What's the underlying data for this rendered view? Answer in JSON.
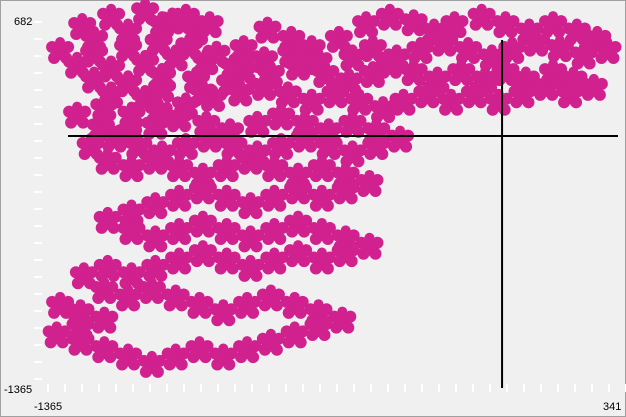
{
  "chart_data": {
    "type": "scatter",
    "title": "",
    "xlabel": "",
    "ylabel": "",
    "xlim": [
      -1365,
      341
    ],
    "ylim": [
      -1365,
      682
    ],
    "x_tick_labels": {
      "min": "-1365",
      "max": "341"
    },
    "y_tick_labels": {
      "min": "-1365",
      "max": "682"
    },
    "axes_origin": {
      "x": 0,
      "y": 0
    },
    "grid": false,
    "legend": "none",
    "series": [
      {
        "shape": "twindragon-fractal",
        "points": [
          [
            -1235,
            590
          ],
          [
            -1150,
            640
          ],
          [
            -1050,
            670
          ],
          [
            -970,
            620
          ],
          [
            -900,
            560
          ],
          [
            -1200,
            520
          ],
          [
            -1100,
            560
          ],
          [
            -1000,
            600
          ],
          [
            -930,
            640
          ],
          [
            -860,
            600
          ],
          [
            -1300,
            460
          ],
          [
            -1200,
            440
          ],
          [
            -1100,
            470
          ],
          [
            -1010,
            500
          ],
          [
            -920,
            480
          ],
          [
            -840,
            440
          ],
          [
            -760,
            470
          ],
          [
            -1250,
            380
          ],
          [
            -1150,
            360
          ],
          [
            -1050,
            390
          ],
          [
            -960,
            420
          ],
          [
            -870,
            400
          ],
          [
            -790,
            370
          ],
          [
            -1200,
            300
          ],
          [
            -1100,
            280
          ],
          [
            -1000,
            320
          ],
          [
            -900,
            300
          ],
          [
            -800,
            280
          ],
          [
            -1150,
            220
          ],
          [
            -1050,
            200
          ],
          [
            -1000,
            250
          ],
          [
            -880,
            230
          ],
          [
            -690,
            570
          ],
          [
            -620,
            520
          ],
          [
            -560,
            470
          ],
          [
            -480,
            520
          ],
          [
            -400,
            600
          ],
          [
            -330,
            640
          ],
          [
            -260,
            610
          ],
          [
            -200,
            560
          ],
          [
            -140,
            600
          ],
          [
            -60,
            640
          ],
          [
            10,
            600
          ],
          [
            80,
            560
          ],
          [
            150,
            600
          ],
          [
            220,
            560
          ],
          [
            280,
            520
          ],
          [
            310,
            460
          ],
          [
            240,
            430
          ],
          [
            170,
            470
          ],
          [
            100,
            500
          ],
          [
            30,
            460
          ],
          [
            -30,
            420
          ],
          [
            -100,
            460
          ],
          [
            -170,
            500
          ],
          [
            -240,
            460
          ],
          [
            -310,
            420
          ],
          [
            -380,
            470
          ],
          [
            -440,
            420
          ],
          [
            -540,
            400
          ],
          [
            -620,
            440
          ],
          [
            -700,
            410
          ],
          [
            -760,
            350
          ],
          [
            -680,
            330
          ],
          [
            -600,
            370
          ],
          [
            -520,
            330
          ],
          [
            -450,
            290
          ],
          [
            -380,
            330
          ],
          [
            -330,
            380
          ],
          [
            -260,
            340
          ],
          [
            -190,
            300
          ],
          [
            -120,
            340
          ],
          [
            -50,
            300
          ],
          [
            10,
            340
          ],
          [
            70,
            300
          ],
          [
            150,
            340
          ],
          [
            210,
            300
          ],
          [
            270,
            260
          ],
          [
            200,
            220
          ],
          [
            130,
            260
          ],
          [
            60,
            220
          ],
          [
            -10,
            180
          ],
          [
            -80,
            220
          ],
          [
            -150,
            180
          ],
          [
            -220,
            220
          ],
          [
            -290,
            180
          ],
          [
            -350,
            140
          ],
          [
            -420,
            180
          ],
          [
            -490,
            220
          ],
          [
            -560,
            180
          ],
          [
            -630,
            220
          ],
          [
            -700,
            260
          ],
          [
            -770,
            230
          ],
          [
            -850,
            200
          ],
          [
            -930,
            160
          ],
          [
            -1010,
            130
          ],
          [
            -1090,
            110
          ],
          [
            -1170,
            150
          ],
          [
            -1250,
            110
          ],
          [
            -1180,
            40
          ],
          [
            -1100,
            10
          ],
          [
            -1020,
            50
          ],
          [
            -950,
            90
          ],
          [
            -870,
            60
          ],
          [
            -800,
            20
          ],
          [
            -720,
            60
          ],
          [
            -650,
            100
          ],
          [
            -580,
            60
          ],
          [
            -510,
            20
          ],
          [
            -440,
            60
          ],
          [
            -370,
            20
          ],
          [
            -300,
            -20
          ],
          [
            -370,
            -60
          ],
          [
            -440,
            -100
          ],
          [
            -510,
            -60
          ],
          [
            -580,
            -20
          ],
          [
            -650,
            -60
          ],
          [
            -720,
            -100
          ],
          [
            -790,
            -60
          ],
          [
            -860,
            -20
          ],
          [
            -930,
            -60
          ],
          [
            -1000,
            -100
          ],
          [
            -1070,
            -60
          ],
          [
            -1140,
            -20
          ],
          [
            -1210,
            -60
          ],
          [
            -1160,
            -140
          ],
          [
            -1090,
            -180
          ],
          [
            -1020,
            -140
          ],
          [
            -950,
            -180
          ],
          [
            -880,
            -220
          ],
          [
            -810,
            -180
          ],
          [
            -740,
            -140
          ],
          [
            -670,
            -180
          ],
          [
            -600,
            -220
          ],
          [
            -530,
            -180
          ],
          [
            -460,
            -220
          ],
          [
            -390,
            -260
          ],
          [
            -460,
            -300
          ],
          [
            -530,
            -340
          ],
          [
            -600,
            -300
          ],
          [
            -670,
            -340
          ],
          [
            -740,
            -380
          ],
          [
            -810,
            -340
          ],
          [
            -880,
            -300
          ],
          [
            -950,
            -340
          ],
          [
            -1020,
            -380
          ],
          [
            -1090,
            -420
          ],
          [
            -1160,
            -460
          ],
          [
            -1090,
            -520
          ],
          [
            -1020,
            -560
          ],
          [
            -950,
            -520
          ],
          [
            -880,
            -480
          ],
          [
            -810,
            -520
          ],
          [
            -740,
            -560
          ],
          [
            -670,
            -520
          ],
          [
            -600,
            -480
          ],
          [
            -530,
            -520
          ],
          [
            -460,
            -560
          ],
          [
            -390,
            -600
          ],
          [
            -460,
            -640
          ],
          [
            -530,
            -680
          ],
          [
            -600,
            -640
          ],
          [
            -670,
            -680
          ],
          [
            -740,
            -720
          ],
          [
            -810,
            -680
          ],
          [
            -880,
            -640
          ],
          [
            -950,
            -680
          ],
          [
            -1020,
            -720
          ],
          [
            -1090,
            -760
          ],
          [
            -1160,
            -720
          ],
          [
            -1230,
            -760
          ],
          [
            -1170,
            -840
          ],
          [
            -1100,
            -880
          ],
          [
            -1030,
            -840
          ],
          [
            -960,
            -880
          ],
          [
            -890,
            -920
          ],
          [
            -820,
            -960
          ],
          [
            -750,
            -920
          ],
          [
            -680,
            -880
          ],
          [
            -610,
            -920
          ],
          [
            -540,
            -960
          ],
          [
            -470,
            -1000
          ],
          [
            -540,
            -1040
          ],
          [
            -610,
            -1080
          ],
          [
            -680,
            -1120
          ],
          [
            -750,
            -1160
          ],
          [
            -820,
            -1200
          ],
          [
            -890,
            -1160
          ],
          [
            -960,
            -1200
          ],
          [
            -1030,
            -1240
          ],
          [
            -1100,
            -1200
          ],
          [
            -1170,
            -1160
          ],
          [
            -1240,
            -1120
          ],
          [
            -1310,
            -1080
          ],
          [
            -1240,
            -1040
          ],
          [
            -1170,
            -1000
          ],
          [
            -1240,
            -960
          ],
          [
            -1300,
            -920
          ]
        ]
      }
    ],
    "colors": {
      "fill": "#d0218f",
      "axis": "#000000",
      "tick": "#ffffff",
      "background": "#f0f0f0"
    }
  }
}
